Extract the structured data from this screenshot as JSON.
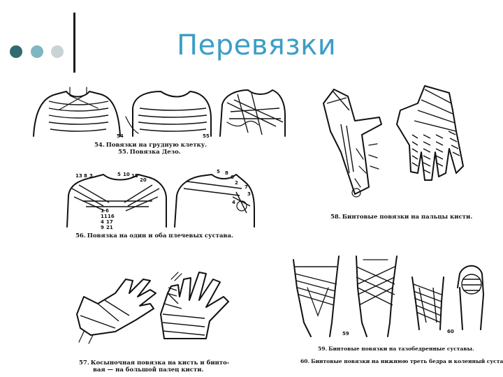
{
  "slide": {
    "title": "Перевязки"
  },
  "figures": {
    "chest": {
      "caption_num_1": "54.",
      "caption_line_1": "Повязки на грудную клетку.",
      "caption_num_2": "55.",
      "caption_line_2": "Повязка Дезо.",
      "labels": [
        "54",
        "55"
      ]
    },
    "hands_top": {
      "caption_num": "58.",
      "caption_line": "Бинтовые повязки на пальцы кисти."
    },
    "shoulders": {
      "caption_num": "56.",
      "caption_line": "Повязка на один и оба плечевых сустава.",
      "left_labels": [
        "13",
        "8",
        "3",
        "5",
        "10",
        "15",
        "20"
      ],
      "lower_labels": [
        "1",
        "6",
        "11",
        "16",
        "4",
        "17",
        "9",
        "21"
      ],
      "right_labels": [
        "5",
        "8",
        "6",
        "2",
        "7",
        "3",
        "4"
      ]
    },
    "hands_bottom": {
      "caption_num": "57.",
      "caption_line_1": "Косыночная повязка на кисть и бинто-",
      "caption_line_2": "вая — на большой палец кисти."
    },
    "legs": {
      "caption_num_1": "59.",
      "caption_line_1": "Бинтовые повязки на тазобедренные суставы.",
      "caption_num_2": "60.",
      "caption_line_2": "Бинтовые повязки на нижнюю треть бедра и коленный сустав.",
      "labels": [
        "59",
        "60"
      ]
    }
  }
}
